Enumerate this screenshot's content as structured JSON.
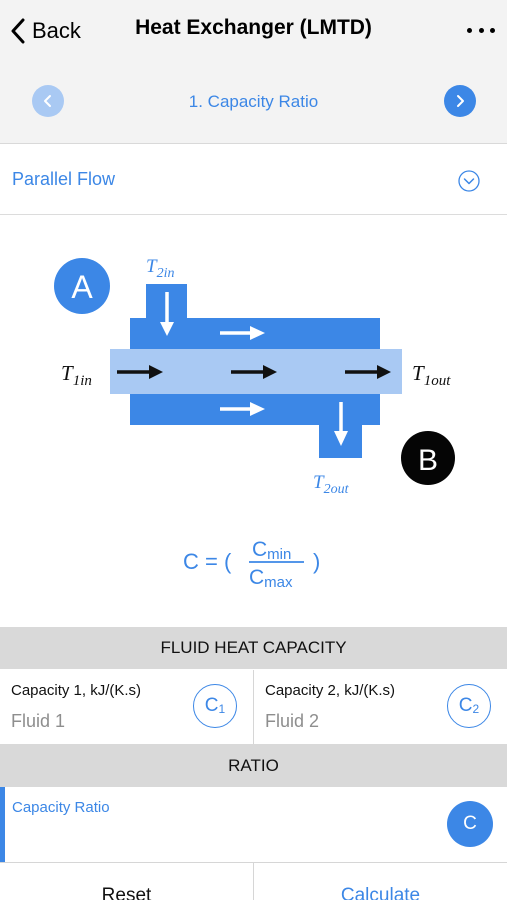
{
  "nav": {
    "back_label": "Back",
    "title": "Heat Exchanger (LMTD)"
  },
  "step": {
    "title": "1. Capacity Ratio"
  },
  "flow": {
    "selected": "Parallel Flow"
  },
  "diagram": {
    "marker_a": "A",
    "marker_b": "B",
    "t2in": "T",
    "t2in_sub": "2in",
    "t1in": "T",
    "t1in_sub": "1in",
    "t1out": "T",
    "t1out_sub": "1out",
    "t2out": "T",
    "t2out_sub": "2out",
    "formula_lhs": "C = (",
    "formula_num": "C",
    "formula_num_sub": "min",
    "formula_den": "C",
    "formula_den_sub": "max",
    "formula_rhs": ")"
  },
  "fluid": {
    "header": "FLUID HEAT CAPACITY",
    "cap1_label": "Capacity 1, kJ/(K.s)",
    "cap1_placeholder": "Fluid 1",
    "cap1_btn": "C",
    "cap1_btn_sub": "1",
    "cap2_label": "Capacity 2, kJ/(K.s)",
    "cap2_placeholder": "Fluid 2",
    "cap2_btn": "C",
    "cap2_btn_sub": "2"
  },
  "ratio": {
    "header": "RATIO",
    "label": "Capacity Ratio",
    "btn": "C"
  },
  "actions": {
    "reset": "Reset",
    "calculate": "Calculate"
  },
  "colors": {
    "accent": "#3C87E6",
    "light_blue": "#A9C9F3",
    "header_gray": "#D9D9D9"
  }
}
